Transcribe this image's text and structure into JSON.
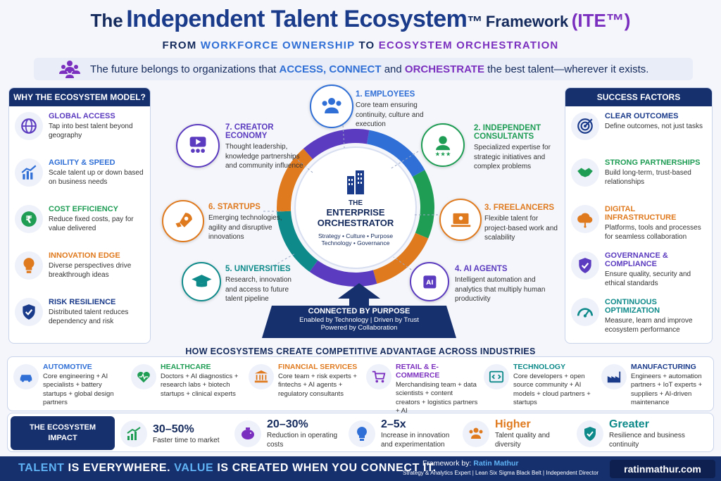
{
  "header": {
    "title_the": "The",
    "title_main": "Independent Talent Ecosystem",
    "title_tm": "™",
    "title_framework": "Framework",
    "title_ite": "(ITE™)",
    "subtitle_from": "FROM",
    "subtitle_workforce": "WORKFORCE OWNERSHIP",
    "subtitle_to": "TO",
    "subtitle_ecosystem": "ECOSYSTEM ORCHESTRATION",
    "tagline_1": "The future belongs to organizations that",
    "tagline_access": "ACCESS, CONNECT",
    "tagline_and": "and",
    "tagline_orchestrate": "ORCHESTRATE",
    "tagline_2": "the best talent—wherever it exists."
  },
  "left_panel": {
    "heading": "WHY THE ECOSYSTEM MODEL?",
    "items": [
      {
        "title": "GLOBAL ACCESS",
        "desc": "Tap into best talent beyond geography",
        "color": "#5b3bbf",
        "icon": "globe-icon"
      },
      {
        "title": "AGILITY & SPEED",
        "desc": "Scale talent up or down based on business needs",
        "color": "#2f6fd6",
        "icon": "chart-up-icon"
      },
      {
        "title": "COST EFFICIENCY",
        "desc": "Reduce fixed costs, pay for value delivered",
        "color": "#1f9d55",
        "icon": "rupee-icon"
      },
      {
        "title": "INNOVATION EDGE",
        "desc": "Diverse perspectives drive breakthrough ideas",
        "color": "#e07a1f",
        "icon": "bulb-icon"
      },
      {
        "title": "RISK RESILIENCE",
        "desc": "Distributed talent reduces dependency and risk",
        "color": "#1a3a8a",
        "icon": "shield-icon"
      }
    ]
  },
  "right_panel": {
    "heading": "SUCCESS FACTORS",
    "items": [
      {
        "title": "CLEAR OUTCOMES",
        "desc": "Define outcomes, not just tasks",
        "color": "#1a3a8a",
        "icon": "target-icon"
      },
      {
        "title": "STRONG PARTNERSHIPS",
        "desc": "Build long-term, trust-based relationships",
        "color": "#1f9d55",
        "icon": "handshake-icon"
      },
      {
        "title": "DIGITAL INFRASTRUCTURE",
        "desc": "Platforms, tools and processes for seamless collaboration",
        "color": "#e07a1f",
        "icon": "cloud-icon"
      },
      {
        "title": "GOVERNANCE & COMPLIANCE",
        "desc": "Ensure quality, security and ethical standards",
        "color": "#5b3bbf",
        "icon": "shield-check-icon"
      },
      {
        "title": "CONTINUOUS OPTIMIZATION",
        "desc": "Measure, learn and improve ecosystem performance",
        "color": "#0f8a8a",
        "icon": "gauge-icon"
      }
    ]
  },
  "center": {
    "the": "THE",
    "title1": "ENTERPRISE",
    "title2": "ORCHESTRATOR",
    "pillars1": "Strategy • Culture • Purpose",
    "pillars2": "Technology • Governance"
  },
  "nodes": [
    {
      "label": "1. EMPLOYEES",
      "desc": "Core team ensuring continuity, culture and execution",
      "color": "#2f6fd6",
      "icon": "people-icon"
    },
    {
      "label": "2. INDEPENDENT CONSULTANTS",
      "desc": "Specialized expertise for strategic initiatives and complex problems",
      "color": "#1f9d55",
      "icon": "consultant-icon"
    },
    {
      "label": "3. FREELANCERS",
      "desc": "Flexible talent for project-based work and scalability",
      "color": "#e07a1f",
      "icon": "laptop-icon"
    },
    {
      "label": "4. AI AGENTS",
      "desc": "Intelligent automation and analytics that multiply human productivity",
      "color": "#5b3bbf",
      "icon": "ai-chip-icon",
      "badge": "AI"
    },
    {
      "label": "5. UNIVERSITIES",
      "desc": "Research, innovation and access to future talent pipeline",
      "color": "#0f8a8a",
      "icon": "graduation-cap-icon"
    },
    {
      "label": "6. STARTUPS",
      "desc": "Emerging technologies, agility and disruptive innovations",
      "color": "#e07a1f",
      "icon": "rocket-icon"
    },
    {
      "label": "7. CREATOR ECONOMY",
      "desc": "Thought leadership, knowledge partnerships and community influence",
      "color": "#5b3bbf",
      "icon": "video-icon"
    }
  ],
  "purpose": {
    "title": "CONNECTED BY PURPOSE",
    "line1": "Enabled by Technology | Driven by Trust",
    "line2": "Powered by Collaboration"
  },
  "industries": {
    "heading": "HOW ECOSYSTEMS CREATE COMPETITIVE ADVANTAGE ACROSS INDUSTRIES",
    "items": [
      {
        "name": "AUTOMOTIVE",
        "desc": "Core engineering + AI specialists + battery startups + global design partners",
        "color": "#2f6fd6",
        "icon": "car-icon"
      },
      {
        "name": "HEALTHCARE",
        "desc": "Doctors + AI diagnostics + research labs + biotech startups + clinical experts",
        "color": "#1f9d55",
        "icon": "heart-pulse-icon"
      },
      {
        "name": "FINANCIAL SERVICES",
        "desc": "Core team + risk experts + fintechs + AI agents + regulatory consultants",
        "color": "#e07a1f",
        "icon": "bank-icon"
      },
      {
        "name": "RETAIL & E-COMMERCE",
        "desc": "Merchandising team + data scientists + content creators + logistics partners + AI",
        "color": "#7b2fbe",
        "icon": "cart-icon"
      },
      {
        "name": "TECHNOLOGY",
        "desc": "Core developers + open source community + AI models + cloud partners + startups",
        "color": "#0f8a8a",
        "icon": "code-icon"
      },
      {
        "name": "MANUFACTURING",
        "desc": "Engineers + automation partners + IoT experts + suppliers + AI-driven maintenance",
        "color": "#1a3a8a",
        "icon": "factory-icon"
      }
    ]
  },
  "impact": {
    "label1": "THE ECOSYSTEM",
    "label2": "IMPACT",
    "items": [
      {
        "value": "30–50%",
        "desc": "Faster time to market",
        "color": "#1f9d55",
        "icon": "growth-icon"
      },
      {
        "value": "20–30%",
        "desc": "Reduction in operating costs",
        "color": "#7b2fbe",
        "icon": "piggy-bank-icon"
      },
      {
        "value": "2–5x",
        "desc": "Increase in innovation and experimentation",
        "color": "#2f6fd6",
        "icon": "bulb-icon"
      },
      {
        "value": "Higher",
        "desc": "Talent quality and diversity",
        "color": "#e07a1f",
        "icon": "team-icon"
      },
      {
        "value": "Greater",
        "desc": "Resilience and business continuity",
        "color": "#0f8a8a",
        "icon": "shield-check-icon"
      }
    ]
  },
  "footer": {
    "talent": "TALENT",
    "is_everywhere": "IS EVERYWHERE.",
    "value": "VALUE",
    "created": "IS CREATED WHEN YOU CONNECT IT.",
    "framework_by": "Framework by:",
    "author": "Ratin Mathur",
    "credentials": "Strategy & Analytics Expert | Lean Six Sigma Black Belt | Independent Director",
    "website": "ratinmathur.com"
  }
}
